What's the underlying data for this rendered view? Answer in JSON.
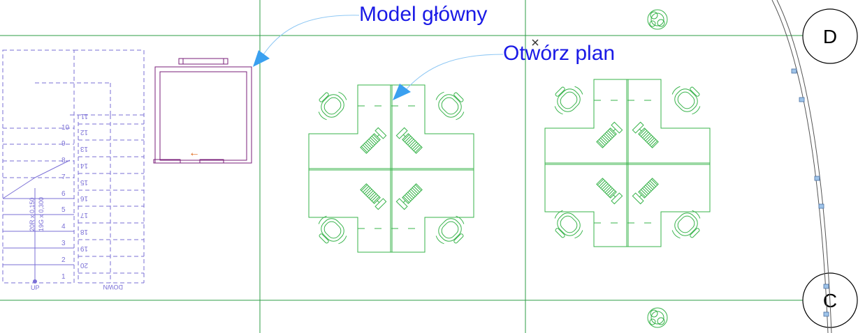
{
  "callouts": {
    "main_model": "Model główny",
    "open_plan": "Otwórz plan"
  },
  "grid_bubbles": {
    "top": "D",
    "bottom": "C"
  },
  "stair_left": {
    "numbers": [
      "10",
      "9",
      "8",
      "7",
      "6",
      "5",
      "4",
      "3",
      "2",
      "1"
    ],
    "direction": "UP",
    "spec_a": "20R x 0,150",
    "spec_b": "19G x 0,300"
  },
  "stair_right": {
    "numbers": [
      "11",
      "12",
      "13",
      "14",
      "15",
      "16",
      "17",
      "18",
      "19",
      "20"
    ],
    "direction": "DOWN"
  },
  "colors": {
    "grid_line": "#2e9e45",
    "furniture": "#37b34a",
    "stair": "#7a6fd6",
    "elevator": "#7a1f7a",
    "callout_text": "#1a1ae6",
    "callout_arrow": "#3aa0f0",
    "facade": "#555555"
  },
  "icons": [
    "tree-icon",
    "chair-icon",
    "computer-icon",
    "close-icon",
    "arrow-left-icon"
  ]
}
